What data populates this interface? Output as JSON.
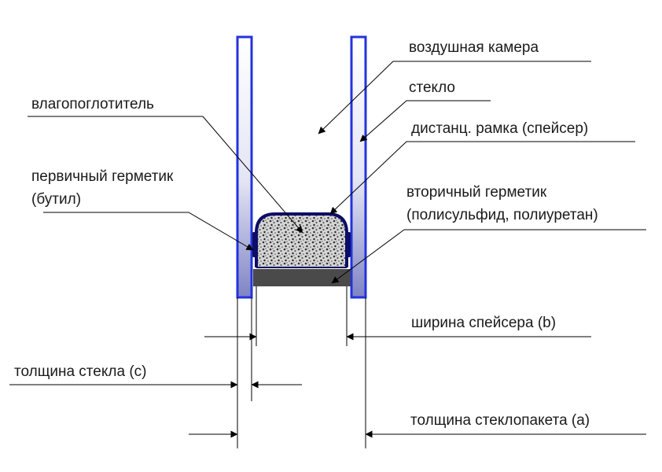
{
  "labels": {
    "air_chamber": "воздушная камера",
    "glass": "стекло",
    "desiccant": "влагопоглотитель",
    "spacer_frame": "дистанц. рамка (спейсер)",
    "primary_sealant_1": "первичный герметик",
    "primary_sealant_2": "(бутил)",
    "secondary_sealant_1": "вторичный герметик",
    "secondary_sealant_2": "(полисульфид, полиуретан)",
    "spacer_width": "ширина спейсера (b)",
    "glass_thickness": "толщина стекла (c)",
    "unit_thickness": "толщина стеклопакета (a)"
  },
  "colors": {
    "glass_edge": "#2233dd",
    "glass_fill_top": "#ffffff",
    "glass_fill_bottom": "#7f84c4",
    "spacer": "#0d0d66",
    "desiccant_bg": "#d9d9d9",
    "secondary_sealant": "#4a4a4a",
    "line": "#000000"
  }
}
